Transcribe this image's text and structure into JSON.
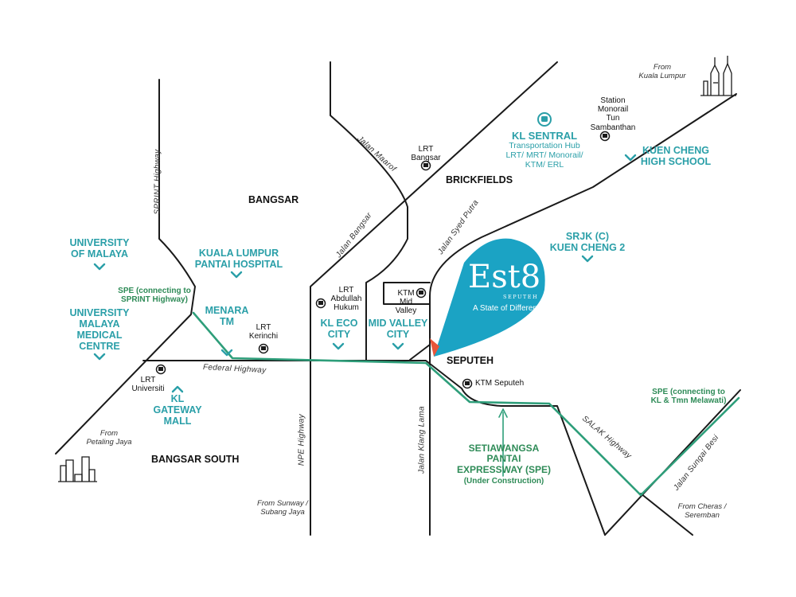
{
  "brand": {
    "logo": "Est8",
    "sub": "SEPUTEH",
    "tagline": "A State of Difference",
    "pin_color": "#1ba3c4"
  },
  "colors": {
    "road": "#1a1a1a",
    "spe_line": "#2e9e7a",
    "landmark": "#2a9fa8",
    "spe_text": "#2e8b57",
    "marker": "#e8553a"
  },
  "areas": {
    "bangsar": "BANGSAR",
    "brickfields": "BRICKFIELDS",
    "seputeh": "SEPUTEH",
    "bangsar_south": "BANGSAR SOUTH"
  },
  "landmarks": {
    "um": "UNIVERSITY\nOF MALAYA",
    "ummc": "UNIVERSITY\nMALAYA\nMEDICAL\nCENTRE",
    "klph": "KUALA LUMPUR\nPANTAI HOSPITAL",
    "menara_tm": "MENARA\nTM",
    "kl_gateway": "KL\nGATEWAY\nMALL",
    "kl_eco": "KL ECO\nCITY",
    "mid_valley": "MID VALLEY\nCITY",
    "kl_sentral": "KL SENTRAL",
    "kl_sentral_sub": "Transportation Hub\nLRT/ MRT/ Monorail/\nKTM/ ERL",
    "kuen_cheng_high": "KUEN CHENG\nHIGH SCHOOL",
    "srjk": "SRJK (C)\nKUEN CHENG 2"
  },
  "spe": {
    "left_note": "SPE (connecting to\nSPRINT Highway)",
    "right_note": "SPE (connecting to\nKL & Tmn Melawati)",
    "title": "SETIAWANGSA\nPANTAI\nEXPRESSWAY (SPE)",
    "status": "(Under Construction)"
  },
  "stations": {
    "lrt_bangsar": "LRT\nBangsar",
    "monorail_tun": "Station\nMonorail\nTun\nSambanthan",
    "lrt_abdullah": "LRT\nAbdullah\nHukum",
    "ktm_midvalley": "KTM\nMid\nValley",
    "lrt_kerinchi": "LRT\nKerinchi",
    "lrt_universiti": "LRT\nUniversiti",
    "ktm_seputeh": "KTM Seputeh"
  },
  "roads": {
    "sprint": "SPRINT Highway",
    "jalan_maarof": "Jalan Maarof",
    "jalan_bangsar": "Jalan Bangsar",
    "jalan_syed_putra": "Jalan Syed Putra",
    "federal": "Federal Highway",
    "npe": "NPE Highway",
    "jalan_klang_lama": "Jalan Klang Lama",
    "salak": "SALAK Highway",
    "jalan_sungai_besi": "Jalan Sungai Besi"
  },
  "origins": {
    "kl": "From\nKuala Lumpur",
    "pj": "From\nPetaling Jaya",
    "sunway": "From Sunway /\nSubang Jaya",
    "cheras": "From Cheras /\nSeremban"
  }
}
